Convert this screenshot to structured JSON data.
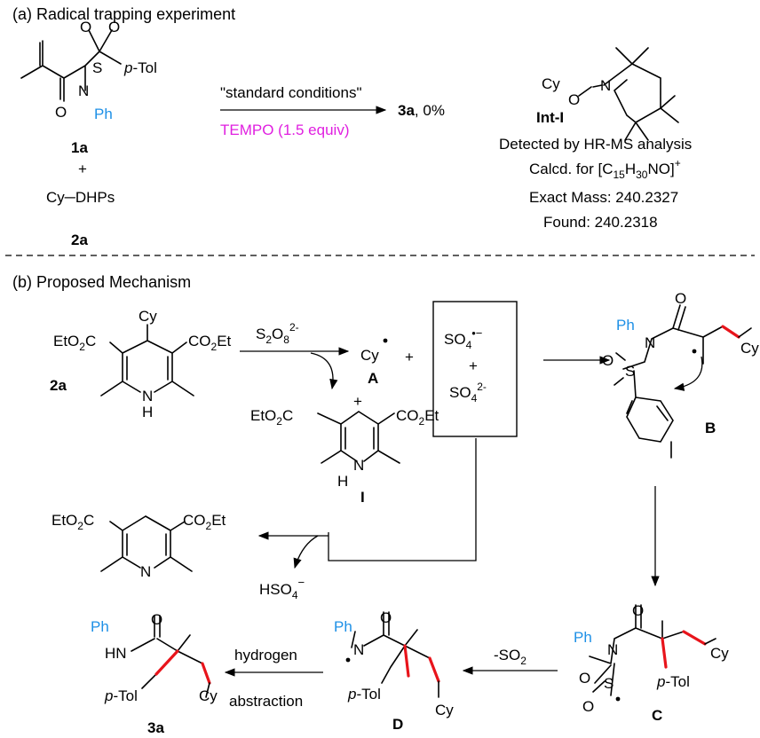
{
  "colors": {
    "ph_blue": "#1e90e6",
    "tempo_magenta": "#e020e0",
    "new_bond_red": "#e8141b"
  },
  "part_a": {
    "heading": "(a) Radical trapping experiment",
    "ptol": "p-Tol",
    "S": "S",
    "O": "O",
    "N": "N",
    "Ph": "Ph",
    "label_1a": "1a",
    "plus": "+",
    "cy_dhps": "Cy─DHPs",
    "label_2a": "2a",
    "conditions": "\"standard conditions\"",
    "tempo": "TEMPO (1.5 equiv)",
    "product_bold": "3a",
    "product_yield": ", 0%",
    "cy": "Cy",
    "int_label": "Int-I",
    "ms_line1": "Detected by HR-MS analysis",
    "ms_line2_pre": "Calcd. for [C",
    "ms_sub1": "15",
    "ms_mid1": "H",
    "ms_sub2": "30",
    "ms_mid2": "NO]",
    "ms_sup": "+",
    "ms_line3": "Exact Mass: 240.2327",
    "ms_line4": "Found: 240.2318"
  },
  "part_b": {
    "heading": "(b) Proposed Mechanism",
    "cy": "Cy",
    "eto2c": "EtO",
    "co2et": "CO",
    "sub2": "2",
    "c": "C",
    "et": "Et",
    "N": "N",
    "H": "H",
    "label_2a": "2a",
    "s2o8": "S",
    "s2o8_sub1": "2",
    "s2o8_o": "O",
    "s2o8_sub2": "8",
    "s2o8_sup": "2-",
    "cy_radical": "Cy",
    "label_A": "A",
    "plus": "+",
    "so4": "SO",
    "so4_sub": "4",
    "so4_rad_sup": "•−",
    "so4_sup": "2-",
    "label_I": "I",
    "cation": "+",
    "hso4": "HSO",
    "hso4_sub": "4",
    "hso4_sup": "−",
    "Ph": "Ph",
    "O": "O",
    "S": "S",
    "label_B": "B",
    "label_C": "C",
    "label_D": "D",
    "label_3a": "3a",
    "ptol": "p-Tol",
    "minus_so2": "-SO",
    "hn": "HN",
    "hydrogen": "hydrogen",
    "abstraction": "abstraction"
  }
}
